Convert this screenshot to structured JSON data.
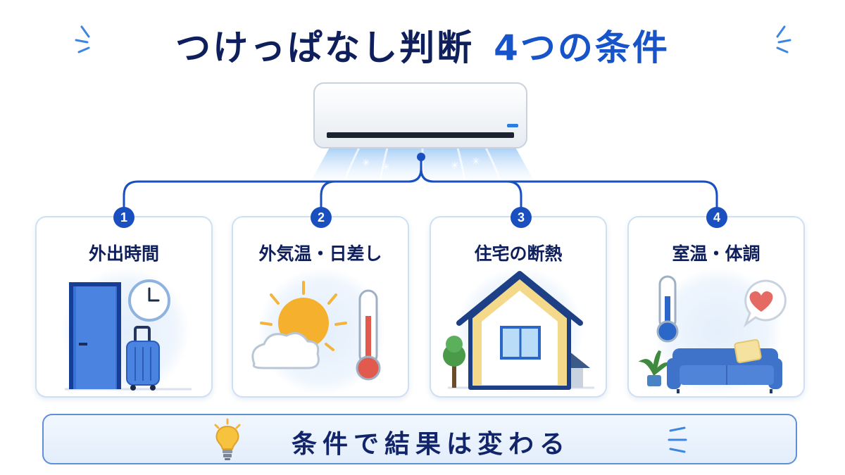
{
  "title": {
    "part1": "つけっぱなし判断",
    "part2": "4つの条件"
  },
  "conditions": [
    {
      "number": "1",
      "label": "外出時間",
      "icon": "door-clock-suitcase"
    },
    {
      "number": "2",
      "label": "外気温・日差し",
      "icon": "sun-cloud-thermometer"
    },
    {
      "number": "3",
      "label": "住宅の断熱",
      "icon": "insulated-house"
    },
    {
      "number": "4",
      "label": "室温・体調",
      "icon": "thermometer-sofa-heart"
    }
  ],
  "banner": {
    "text": "条件で結果は変わる",
    "icon": "lightbulb-icon"
  },
  "colors": {
    "title_dark": "#0f1f5c",
    "title_accent": "#1753c9",
    "badge": "#1a4fbf",
    "card_border": "#cfe0f5",
    "banner_border": "#5f8fd8"
  }
}
